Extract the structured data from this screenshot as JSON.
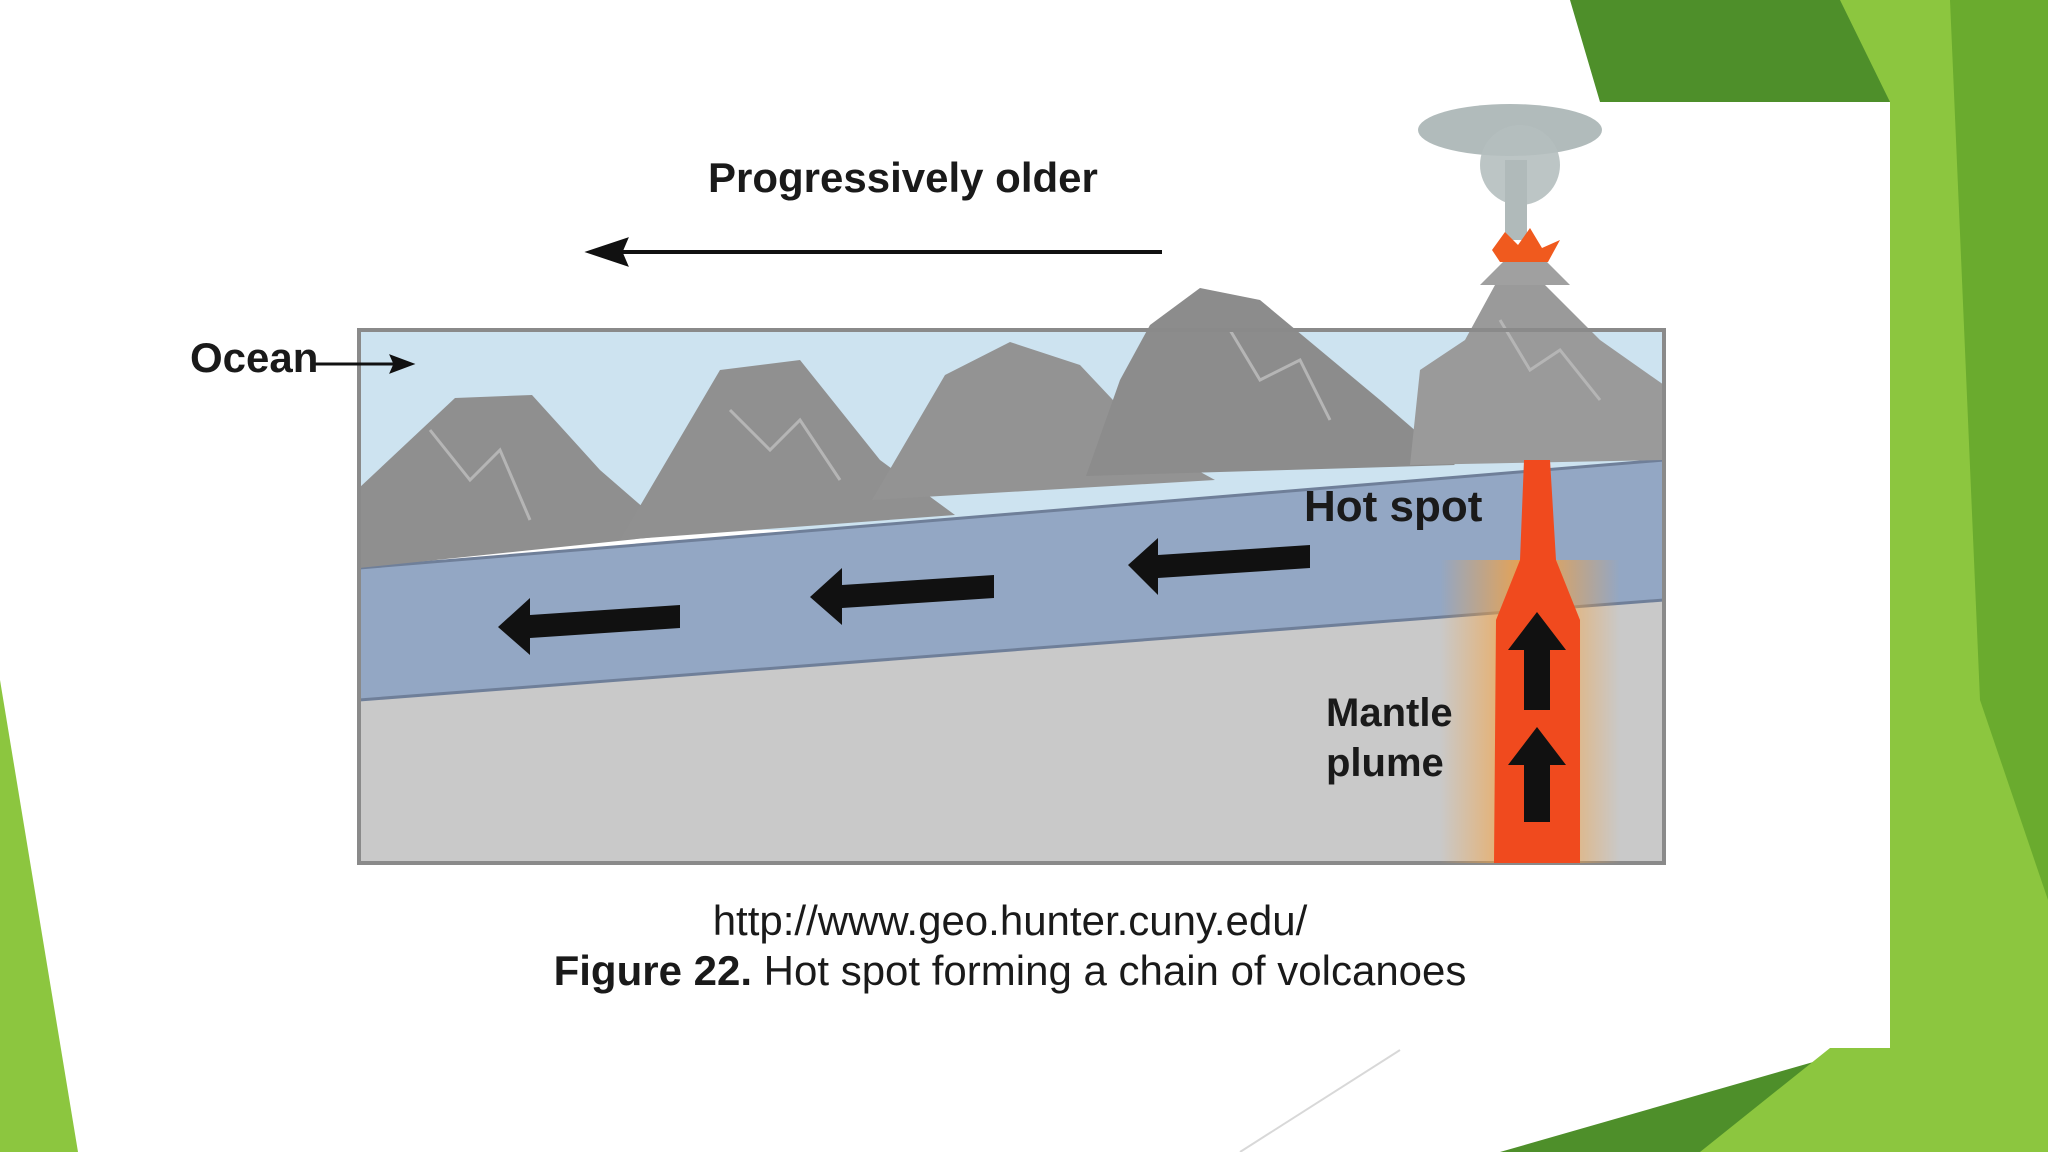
{
  "colors": {
    "green_light": "#8cc63f",
    "green_mid": "#6aab2e",
    "green_dark": "#4e8f2a",
    "ocean": "#cde3f0",
    "plate": "#93a7c4",
    "mantle": "#c9c9c9",
    "volcano": "#8f8f8f",
    "plume": "#f04a1e",
    "glow": "#f9a13a"
  },
  "diagram": {
    "older_label": "Progressively older",
    "ocean_label": "Ocean",
    "hotspot_label": "Hot spot",
    "mantle_label_line1": "Mantle",
    "mantle_label_line2": "plume"
  },
  "caption": {
    "source": "http://www.geo.hunter.cuny.edu/",
    "figure_number": "Figure 22.",
    "figure_text": "Hot spot forming a chain of volcanoes"
  }
}
